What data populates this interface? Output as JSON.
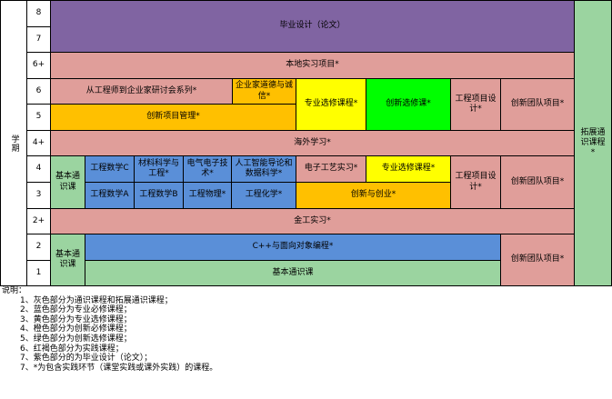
{
  "axis": {
    "label": "学期",
    "rows": [
      "8",
      "7",
      "6+",
      "6",
      "5",
      "4+",
      "4",
      "3",
      "2+",
      "2",
      "1"
    ]
  },
  "courses": {
    "graduation_design": "毕业设计（论文）",
    "local_internship": "本地实习项目*",
    "engineer_seminar": "从工程师到企业家研讨会系列*",
    "entrepreneur_ethics": "企业家道德与诚信*",
    "major_elective_56": "专业选修课程*",
    "innovation_elective_56": "创新选修课*",
    "eng_project_56": "工程项目设计*",
    "innovation_team_56": "创新团队项目*",
    "innovation_pm": "创新项目管理*",
    "overseas": "海外学习*",
    "gen_ed_34": "基本通识课",
    "math_c": "工程数学C",
    "materials": "材料科学与工程*",
    "ee_tech": "电气电子技术*",
    "ai_intro": "人工智能导论和数据科学*",
    "electronic_practice": "电子工艺实习*",
    "major_elective_34": "专业选修课程*",
    "eng_project_34": "工程项目设计*",
    "innovation_team_34": "创新团队项目*",
    "math_a": "工程数学A",
    "math_b": "工程数学B",
    "physics": "工程物理*",
    "chemistry": "工程化学*",
    "innovation_startup": "创新与创业*",
    "metalwork": "金工实习*",
    "gen_ed_12": "基本通识课",
    "cpp": "C++与面向对象编程*",
    "innovation_team_12": "创新团队项目*",
    "gen_ed_1": "基本通识课",
    "extended_gen_ed": "拓展通识课程*"
  },
  "notes": {
    "title": "说明：",
    "lines": [
      "1、灰色部分为通识课程和拓展通识课程；",
      "2、蓝色部分为专业必修课程；",
      "3、黄色部分为专业选修课程；",
      "4、橙色部分为创新必修课程；",
      "5、绿色部分为创新选修课程；",
      "6、红褐色部分为实践课程；",
      "7、紫色部分的为毕业设计（论文）；",
      "7、*为包含实践环节（课堂实践或课外实践）的课程。"
    ]
  },
  "colors": {
    "pink": "#e09e9a",
    "purple": "#8064a2",
    "blue": "#5a8fd8",
    "yellow": "#ffff00",
    "orange": "#ffc000",
    "green": "#00ff00",
    "light_green": "#9bd4a0"
  }
}
